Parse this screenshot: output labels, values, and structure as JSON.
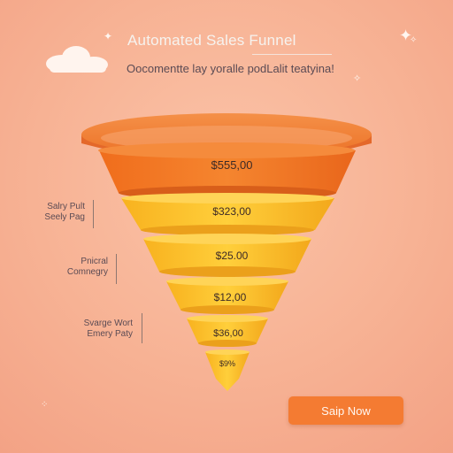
{
  "header": {
    "title": "Automated Sales Funnel",
    "subtitle": "Oocomentte lay yoralle podLalit teatyina!"
  },
  "funnel": {
    "stages": [
      {
        "value": "$555,00"
      },
      {
        "value": "$323,00"
      },
      {
        "value": "$25.00"
      },
      {
        "value": "$12,00"
      },
      {
        "value": "$36,00"
      },
      {
        "value": "$9%"
      }
    ]
  },
  "labels": [
    {
      "line1": "Salry Pult",
      "line2": "Seely Pag"
    },
    {
      "line1": "Pnicral",
      "line2": "Comnegry"
    },
    {
      "line1": "Svarge Wort",
      "line2": "Emery Paty"
    }
  ],
  "cta": {
    "label": "Saip Now"
  },
  "colors": {
    "background": "#f7b294",
    "rim": "#f2803a",
    "stage_orange": "#f27a28",
    "stage_yellow": "#fcc12a",
    "cta": "#f47b32"
  },
  "icons": [
    "cloud-icon",
    "sparkle-icon",
    "dots-icon"
  ]
}
